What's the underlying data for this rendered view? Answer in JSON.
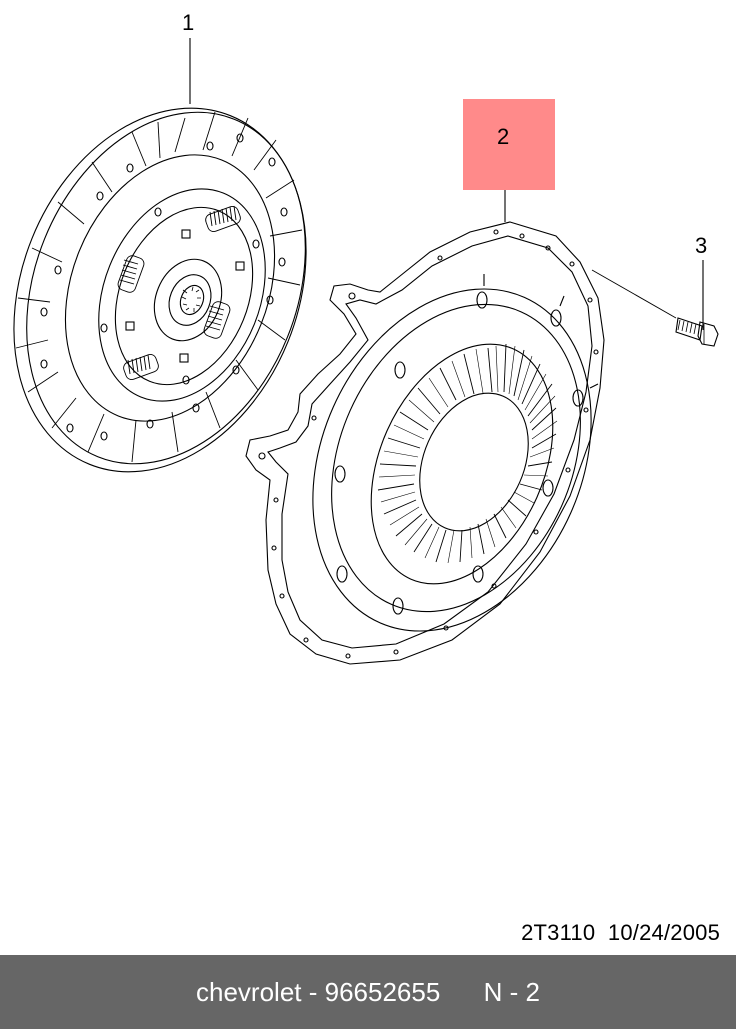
{
  "callouts": {
    "part1": "1",
    "part2": "2",
    "part3": "3"
  },
  "drawing": {
    "code": "2T3110",
    "date": "10/24/2005"
  },
  "footer": {
    "text": "chevrolet - 96652655      N - 2"
  },
  "colors": {
    "highlight": "#ff8a8a",
    "footer_bg": "#666666",
    "footer_text": "#ffffff",
    "line": "#000000"
  },
  "highlighted_part": "2"
}
